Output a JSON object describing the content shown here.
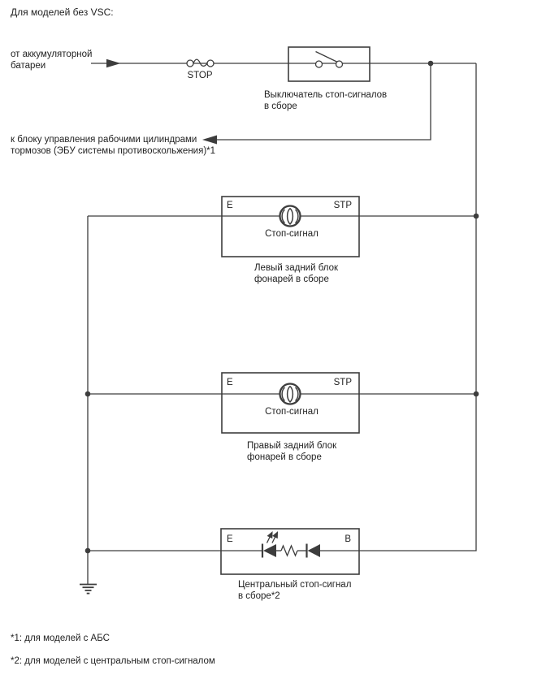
{
  "colors": {
    "wire": "#3d3d3d",
    "text": "#1f1f1f",
    "background": "#ffffff"
  },
  "diagram": {
    "title": "Для моделей без VSC:",
    "battery_source": {
      "line1": "от аккумуляторной",
      "line2": "батареи"
    },
    "fuse_label": "STOP",
    "stop_switch": {
      "name_line1": "Выключатель стоп-сигналов",
      "name_line2": "в сборе"
    },
    "abs_branch": {
      "line1": "к блоку управления рабочими цилиндрами",
      "line2": "тормозов (ЭБУ системы противоскольжения)*1"
    },
    "left_rear_lamp": {
      "terminal_e": "E",
      "terminal_stp": "STP",
      "bulb_label": "Стоп-сигнал",
      "name_line1": "Левый задний блок",
      "name_line2": "фонарей в сборе"
    },
    "right_rear_lamp": {
      "terminal_e": "E",
      "terminal_stp": "STP",
      "bulb_label": "Стоп-сигнал",
      "name_line1": "Правый задний блок",
      "name_line2": "фонарей в сборе"
    },
    "center_stop_lamp": {
      "terminal_e": "E",
      "terminal_b": "B",
      "name_line1": "Центральный стоп-сигнал",
      "name_line2": "в сборе*2"
    },
    "footnotes": {
      "note1": "*1: для моделей с АБС",
      "note2": "*2: для моделей с центральным стоп-сигналом"
    }
  }
}
